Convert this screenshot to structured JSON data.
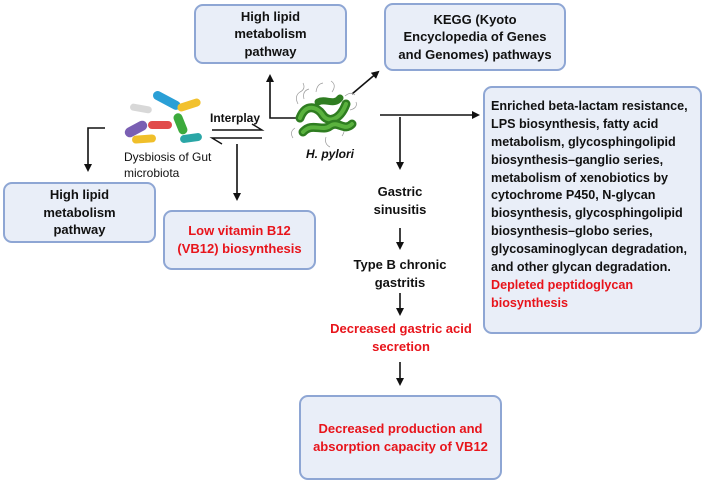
{
  "boxes": {
    "high_lipid_top": "High lipid metabolism pathway",
    "kegg": "KEGG (Kyoto Encyclopedia of Genes and Genomes) pathways",
    "high_lipid_left": "High lipid metabolism pathway",
    "low_vb12": "Low vitamin B12 (VB12) biosynthesis",
    "decreased_production": "Decreased production and absorption capacity of VB12"
  },
  "enriched_box": {
    "enriched_text": "Enriched beta-lactam resistance, LPS biosynthesis, fatty acid metabolism, glycosphingolipid biosynthesis–ganglio series, metabolism of xenobiotics by cytochrome P450, N-glycan biosynthesis, glycosphingolipid biosynthesis–globo series, glycosaminoglycan degradation, and other glycan degradation.",
    "depleted_text": "Depleted peptidoglycan biosynthesis"
  },
  "labels": {
    "interplay": "Interplay",
    "dysbiosis": "Dysbiosis of Gut microbiota",
    "h_pylori": "H. pylori",
    "gastric_sinusitis": "Gastric sinusitis",
    "type_b_gastritis": "Type B chronic gastritis",
    "decreased_acid": "Decreased gastric acid secretion"
  },
  "colors": {
    "box_fill": "#e9eef8",
    "box_border": "#8ea6d4",
    "highlight_red": "#e8141b",
    "bacteria_green": "#3c8f2b"
  }
}
